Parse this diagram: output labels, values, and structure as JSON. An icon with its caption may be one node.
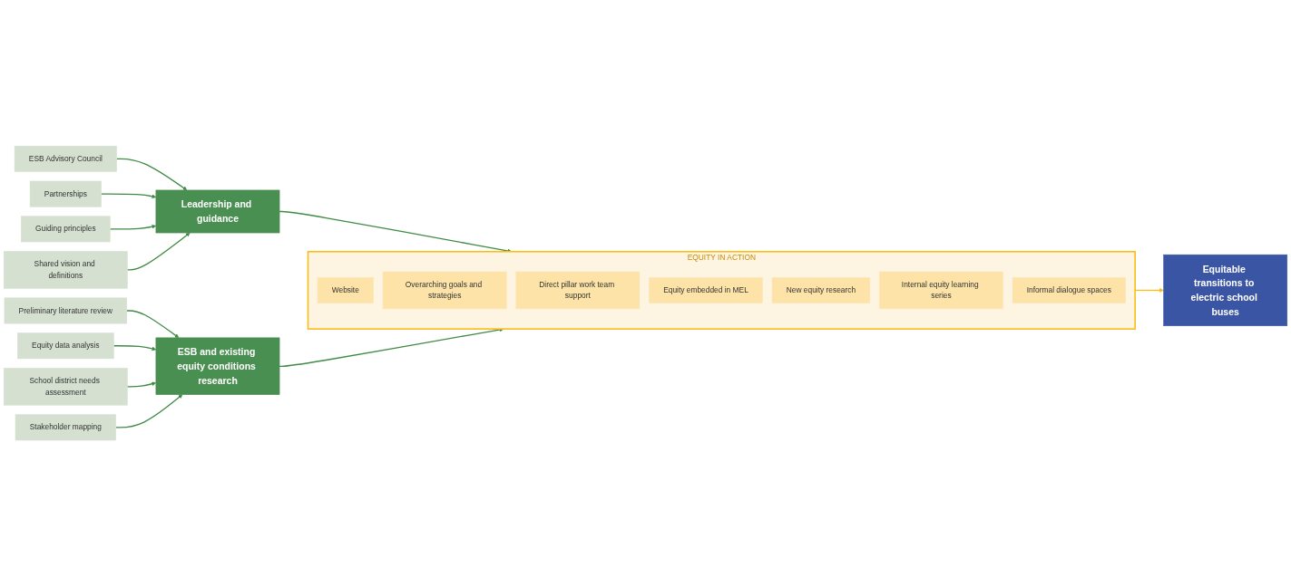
{
  "diagram": {
    "nodes": [
      {
        "text": [
          "ESB Advisory Council"
        ]
      },
      {
        "text": [
          "Partnerships"
        ]
      },
      {
        "text": [
          "Guiding principles"
        ]
      },
      {
        "text": [
          "Shared vision and definitions"
        ]
      },
      {
        "text": [
          "Leadership and guidance"
        ]
      },
      {
        "text": [
          "Preliminary literature review"
        ]
      },
      {
        "text": [
          "Equity data analysis"
        ]
      },
      {
        "text": [
          "School district needs assessment"
        ]
      },
      {
        "text": [
          "Stakeholder mapping"
        ]
      },
      {
        "text": [
          "ESB and existing equity conditions research"
        ]
      },
      {
        "text": [
          "EQUITY IN ACTION"
        ]
      },
      {
        "text": [
          "Website"
        ],
        "in": 10
      },
      {
        "text": [
          "Overarching goals and strategies"
        ],
        "in": 10
      },
      {
        "text": [
          "Direct pillar work team support"
        ],
        "in": 10
      },
      {
        "text": [
          "Equity embedded in MEL"
        ],
        "in": 10
      },
      {
        "text": [
          "New equity research"
        ],
        "in": 10
      },
      {
        "text": [
          "Internal equity learning series"
        ],
        "in": 10
      },
      {
        "text": [
          "Informal dialogue spaces"
        ],
        "in": 10
      },
      {
        "text": [
          "Equitable transitions to electric school buses"
        ]
      }
    ],
    "edges": [
      {
        "from": 0,
        "to": 4,
        "arrow": "to"
      },
      {
        "from": 1,
        "to": 4,
        "arrow": "to"
      },
      {
        "from": 2,
        "to": 4,
        "arrow": "to"
      },
      {
        "from": 3,
        "to": 4,
        "arrow": "to"
      },
      {
        "from": 5,
        "to": 9,
        "arrow": "to"
      },
      {
        "from": 6,
        "to": 9,
        "arrow": "to"
      },
      {
        "from": 7,
        "to": 9,
        "arrow": "to"
      },
      {
        "from": 8,
        "to": 9,
        "arrow": "to"
      },
      {
        "from": 4,
        "to": 10,
        "arrow": "to"
      },
      {
        "from": 9,
        "to": 10,
        "arrow": "to"
      },
      {
        "from": 10,
        "to": 18,
        "arrow": "to",
        "color": "#fbbc13"
      }
    ]
  }
}
